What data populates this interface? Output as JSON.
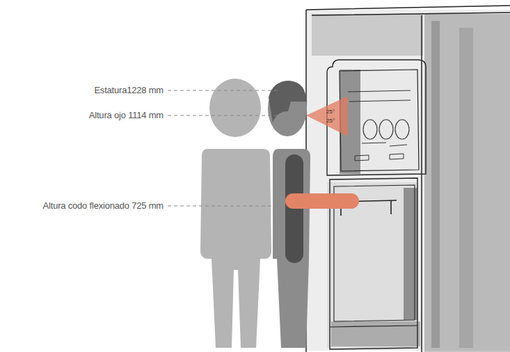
{
  "diagram": {
    "labels": [
      "Estatura1228 mm",
      "Altura ojo 1114 mm",
      "Altura codo flexionado 725 mm",
      "25°",
      "25°"
    ]
  }
}
